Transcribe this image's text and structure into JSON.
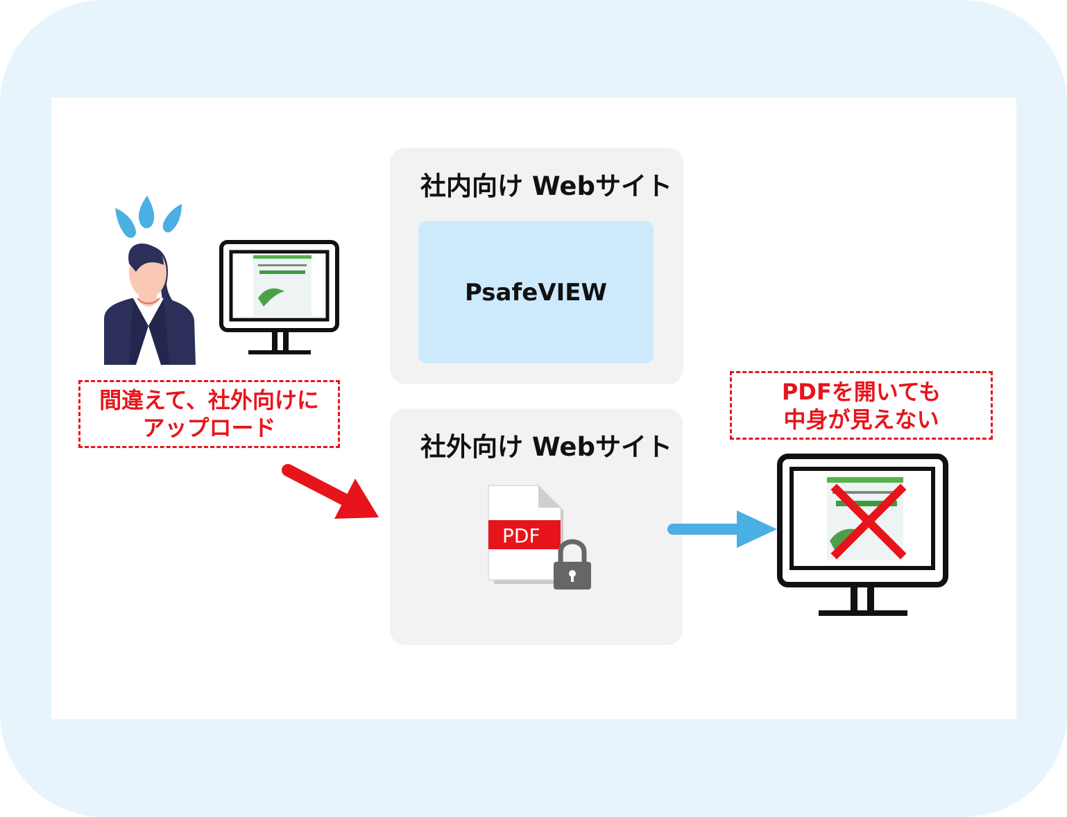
{
  "internal_site": {
    "title": "社内向け Webサイト",
    "viewer_label": "PsafeVIEW"
  },
  "external_site": {
    "title": "社外向け Webサイト",
    "pdf_label": "PDF"
  },
  "mistake_note": {
    "line1": "間違えて、社外向けに",
    "line2": "アップロード"
  },
  "result_note": {
    "line1": "PDFを開いても",
    "line2": "中身が見えない"
  },
  "colors": {
    "alert_red": "#e8141b",
    "arrow_blue": "#4aafe2",
    "panel_gray": "#f2f2f2",
    "viewer_blue": "#cdeafc",
    "background_blue": "#e8f4fc"
  }
}
